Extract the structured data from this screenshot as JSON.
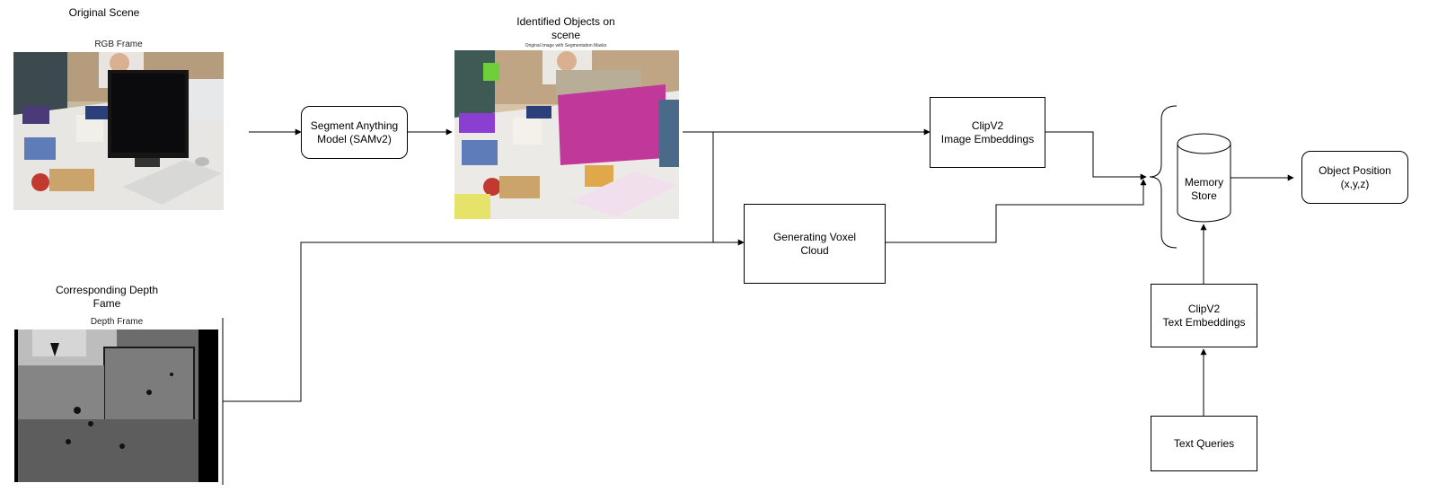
{
  "rgb": {
    "heading": "Original Scene",
    "caption": "RGB Frame"
  },
  "segmented": {
    "heading": "Identified Objects on scene",
    "caption": "Original Image with Segmentation Masks"
  },
  "depth": {
    "heading": "Corresponding Depth Fame",
    "caption": "Depth Frame"
  },
  "nodes": {
    "sam": "Segment Anything Model (SAMv2)",
    "clip_image": "ClipV2\nImage Embeddings",
    "voxel": "Generating Voxel Cloud",
    "memory": "Memory Store",
    "position": "Object Position\n(x,y,z)",
    "clip_text": "ClipV2\nText Embeddings",
    "queries": "Text Queries"
  },
  "colors": {
    "line": "#000000",
    "mask_magenta": "#c0399a",
    "mask_green": "#6ecf3a",
    "mask_purple": "#8a3fd1"
  }
}
